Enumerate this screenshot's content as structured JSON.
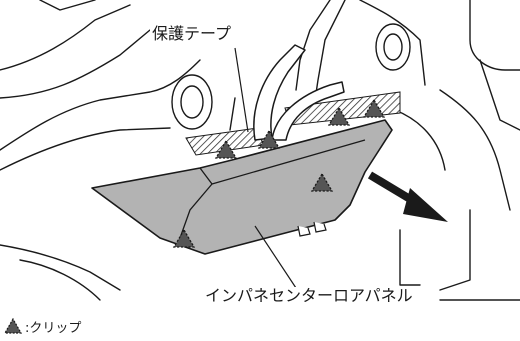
{
  "labels": {
    "protective_tape": "保護テープ",
    "panel": "インパネセンターロアパネル"
  },
  "legend": {
    "icon": "clip-triangle-icon",
    "text": ":クリップ"
  },
  "colors": {
    "panel_fill": "#b3b3b3",
    "line": "#1a1a1a",
    "hatch": "#333333",
    "background": "#ffffff"
  }
}
